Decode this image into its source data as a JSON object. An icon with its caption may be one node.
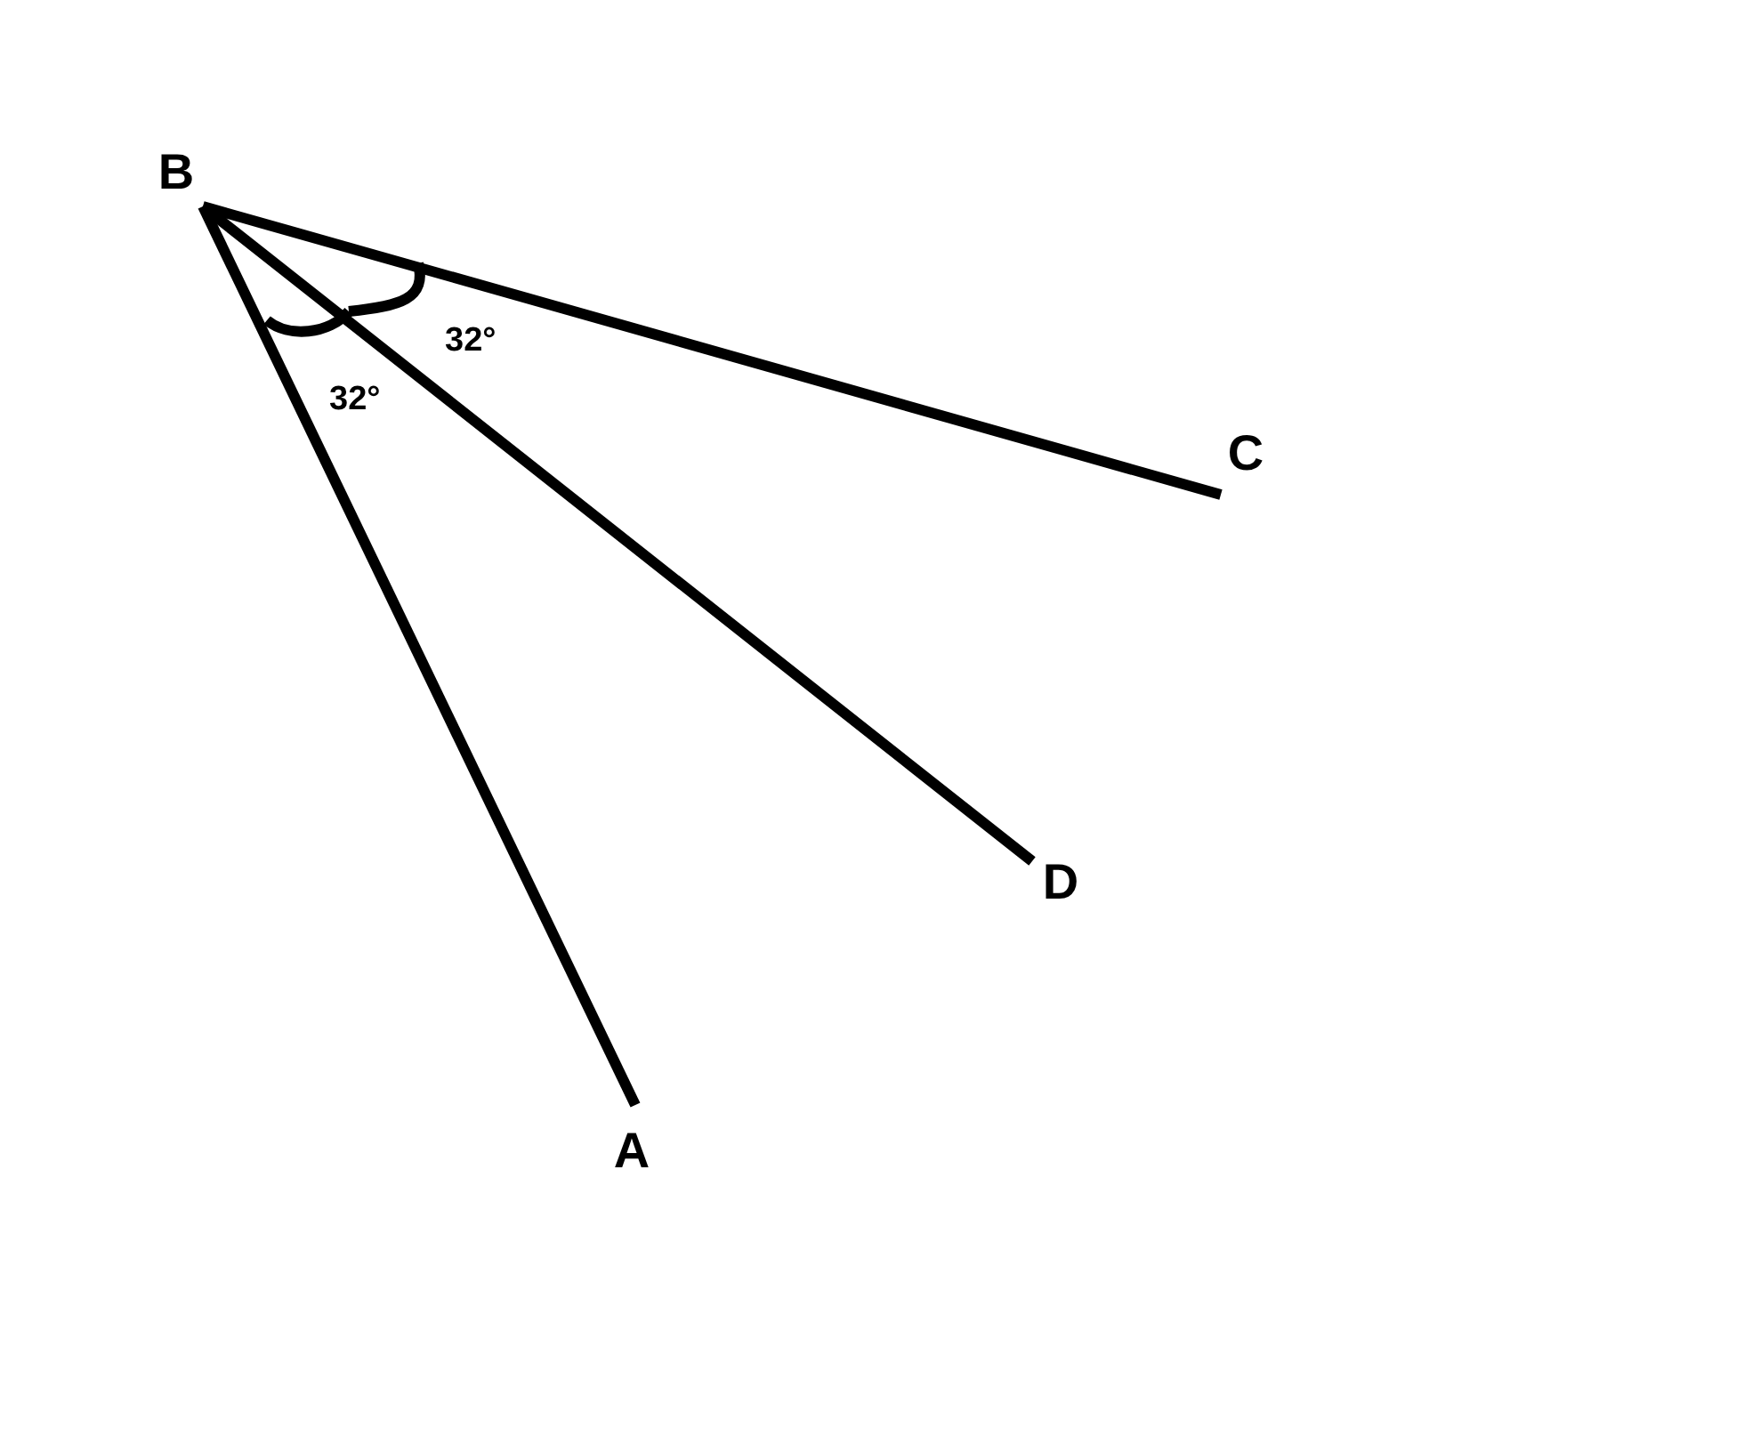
{
  "diagram": {
    "nodes": [
      {
        "text": [
          "B"
        ]
      },
      {
        "text": [
          "C"
        ]
      },
      {
        "text": [
          "D"
        ]
      },
      {
        "text": [
          "A"
        ]
      }
    ],
    "edges": [
      {
        "from": 0,
        "to": 1,
        "arrow": "none"
      },
      {
        "from": 0,
        "to": 2,
        "arrow": "none"
      },
      {
        "from": 0,
        "to": 3,
        "arrow": "none"
      }
    ],
    "labels": [
      "32°",
      "32°"
    ]
  }
}
